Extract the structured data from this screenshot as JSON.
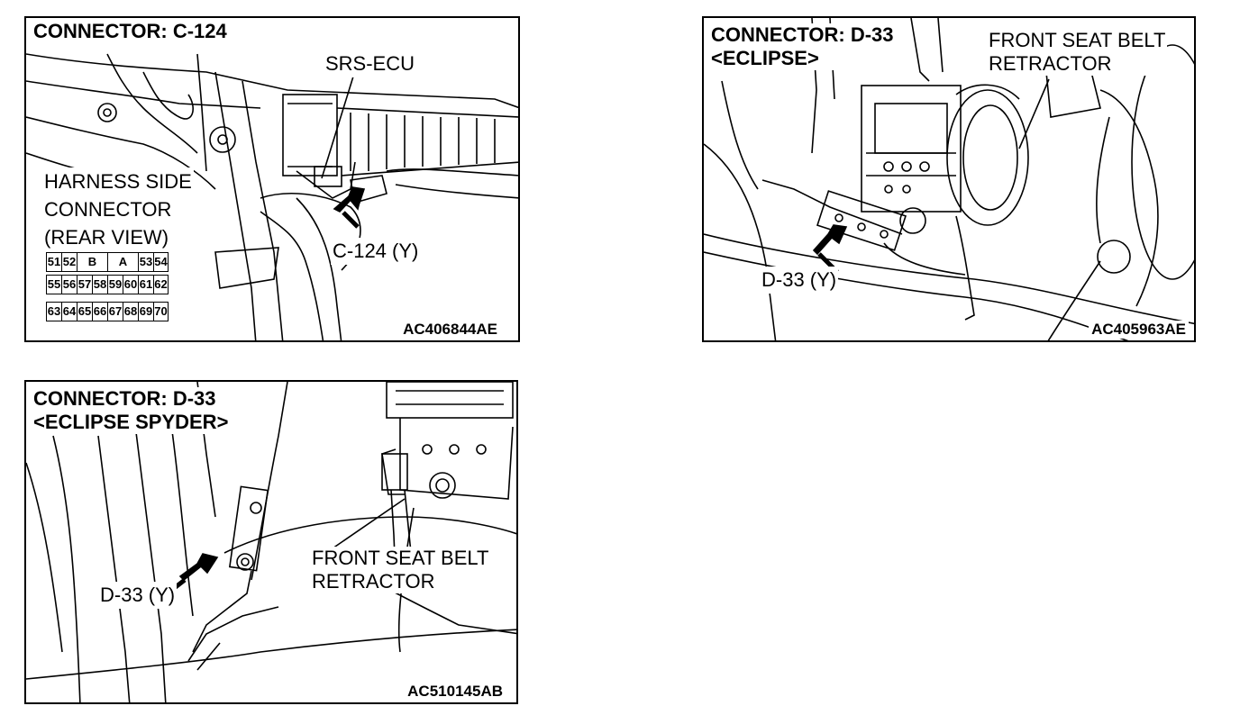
{
  "panels": {
    "c124": {
      "title": "CONNECTOR: C-124",
      "srs_label": "SRS-ECU",
      "harness_lines": [
        "HARNESS SIDE",
        "CONNECTOR",
        "(REAR VIEW)"
      ],
      "connector_label": "C-124 (Y)",
      "figure_code": "AC406844AE",
      "pins": {
        "row1": [
          "51",
          "52",
          "B",
          "A",
          "53",
          "54"
        ],
        "row2": [
          "55",
          "56",
          "57",
          "58",
          "59",
          "60",
          "61",
          "62"
        ],
        "row3": [
          "63",
          "64",
          "65",
          "66",
          "67",
          "68",
          "69",
          "70"
        ]
      }
    },
    "d33_eclipse": {
      "title_line1": "CONNECTOR: D-33",
      "title_line2": "<ECLIPSE>",
      "retractor_line1": "FRONT SEAT BELT",
      "retractor_line2": "RETRACTOR",
      "connector_label": "D-33 (Y)",
      "figure_code": "AC405963AE"
    },
    "d33_spyder": {
      "title_line1": "CONNECTOR: D-33",
      "title_line2": "<ECLIPSE SPYDER>",
      "retractor_line1": "FRONT SEAT BELT",
      "retractor_line2": "RETRACTOR",
      "connector_label": "D-33 (Y)",
      "figure_code": "AC510145AB"
    }
  }
}
